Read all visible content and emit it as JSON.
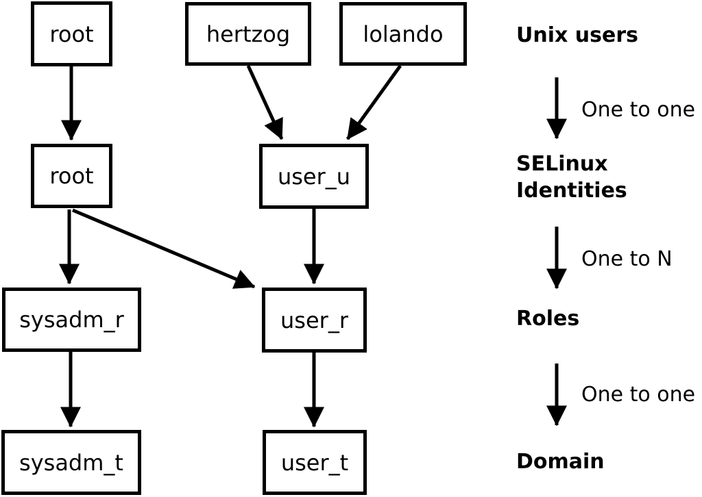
{
  "diagram": {
    "nodes": {
      "root_unix": "root",
      "hertzog": "hertzog",
      "lolando": "lolando",
      "root_selinux": "root",
      "user_u": "user_u",
      "sysadm_r": "sysadm_r",
      "user_r": "user_r",
      "sysadm_t": "sysadm_t",
      "user_t": "user_t"
    },
    "legend": {
      "unix_users": "Unix users",
      "one_to_one_1": "One to one",
      "selinux_identities": "SELinux Identities",
      "one_to_n": "One to N",
      "roles": "Roles",
      "one_to_one_2": "One to one",
      "domain": "Domain"
    },
    "colors": {
      "line": "#000000",
      "background": "#ffffff",
      "box_fill": "#ffffff"
    }
  }
}
